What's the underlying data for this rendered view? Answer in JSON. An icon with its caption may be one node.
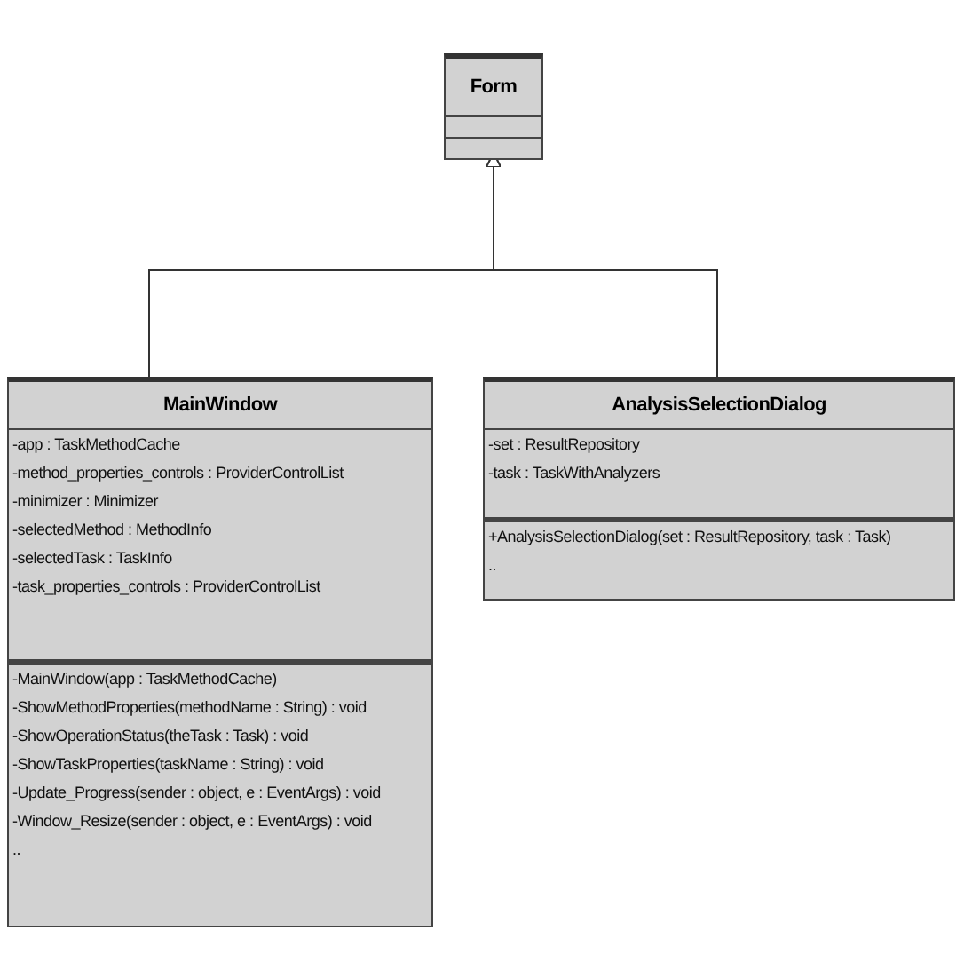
{
  "diagram": {
    "nodes": [
      {
        "text": [
          "Form"
        ]
      },
      {
        "text": [],
        "shape": "box",
        "in": 0
      },
      {
        "text": [],
        "shape": "box",
        "in": 0
      },
      {
        "text": [
          "MainWindow"
        ]
      },
      {
        "text": [
          "-app : TaskMethodCache",
          "-method_properties_controls : ProviderControlList",
          "-minimizer : Minimizer",
          "-selectedMethod : MethodInfo",
          "-selectedTask : TaskInfo",
          "-task_properties_controls : ProviderControlList"
        ],
        "in": 3
      },
      {
        "text": [
          "-MainWindow(app : TaskMethodCache)",
          "-ShowMethodProperties(methodName : String) : void",
          "-ShowOperationStatus(theTask : Task) : void",
          "-ShowTaskProperties(taskName : String) : void",
          "-Update_Progress(sender : object, e : EventArgs) : void",
          "-Window_Resize(sender : object, e : EventArgs) : void",
          ".."
        ],
        "in": 3
      },
      {
        "text": [
          "AnalysisSelectionDialog"
        ]
      },
      {
        "text": [
          "-set : ResultRepository",
          "-task : TaskWithAnalyzers"
        ],
        "in": 6
      },
      {
        "text": [
          "+AnalysisSelectionDialog(set : ResultRepository, task : Task)",
          ".."
        ],
        "in": 6
      }
    ],
    "edges": [
      {
        "from": 3,
        "to": 0,
        "arrow": "to"
      },
      {
        "from": 6,
        "to": 0,
        "arrow": "to"
      }
    ]
  }
}
